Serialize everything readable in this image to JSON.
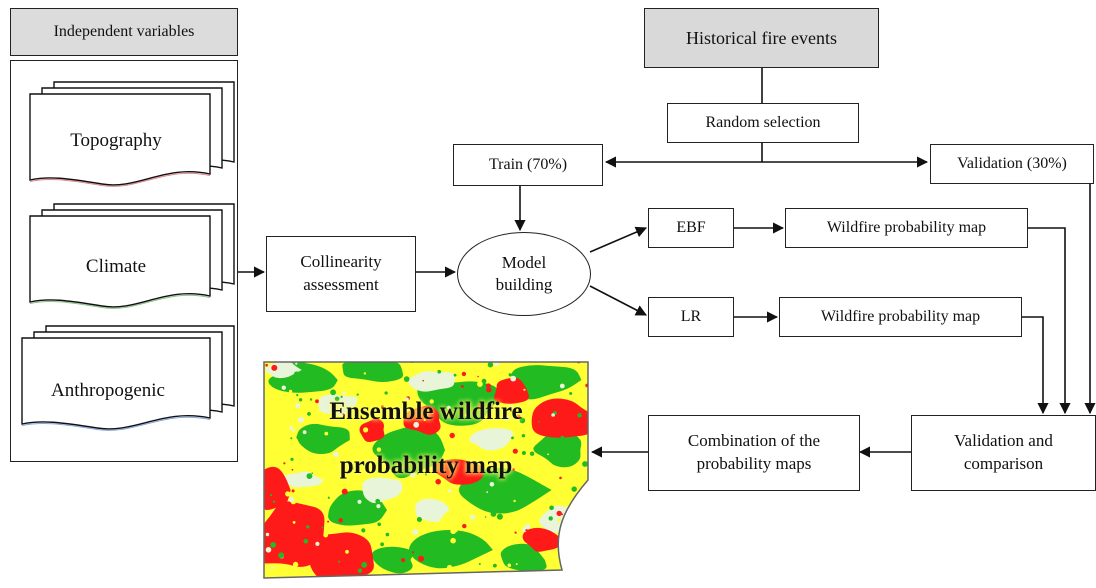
{
  "independent_variables": {
    "header": "Independent variables",
    "items": [
      "Topography",
      "Climate",
      "Anthropogenic"
    ]
  },
  "nodes": {
    "historical": "Historical fire events",
    "random": "Random selection",
    "train": "Train (70%)",
    "validation": "Validation (30%)",
    "collinearity": "Collinearity\nassessment",
    "model": "Model\nbuilding",
    "ebf": "EBF",
    "lr": "LR",
    "map_ebf": "Wildfire probability map",
    "map_lr": "Wildfire probability map",
    "validation_comparison": "Validation and\ncomparison",
    "combination": "Combination of the\nprobability maps"
  },
  "ensemble_map": {
    "title_line1": "Ensemble wildfire",
    "title_line2": "probability map",
    "colors": {
      "red": "#ff1a1a",
      "yellow": "#ffff33",
      "green": "#22bb22",
      "pale": "#e8f5d8"
    }
  }
}
